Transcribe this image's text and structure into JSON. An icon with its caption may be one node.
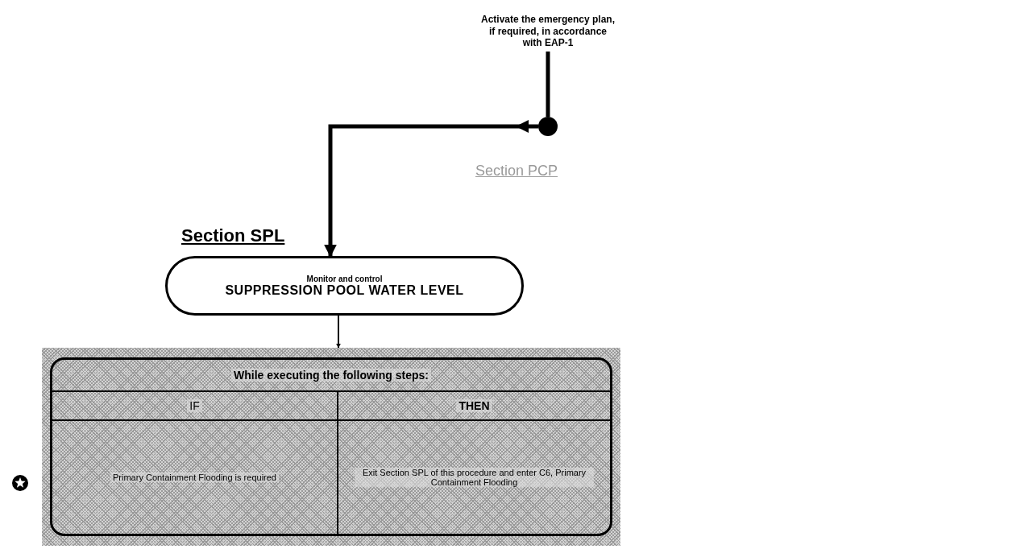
{
  "diagram": {
    "nodes": [
      {
        "text": [
          "Activate the emergency plan, if required, in accordance with EAP-1"
        ]
      },
      {
        "text": [],
        "shape": "circle"
      },
      {
        "text": [
          "Section SPL",
          "Monitor and control",
          "SUPPRESSION POOL WATER LEVEL"
        ]
      },
      {
        "text": [
          "While executing the following steps:",
          "IF",
          "THEN",
          "Primary Containment Flooding is required",
          "Exit Section SPL of this procedure and enter C6, Primary Containment Flooding"
        ]
      }
    ],
    "edges": [
      {
        "from": 0,
        "to": 1,
        "arrow": "none"
      },
      {
        "from": 1,
        "to": 2,
        "arrow": "to"
      },
      {
        "from": 2,
        "to": 3,
        "arrow": "to"
      }
    ],
    "labels": [
      "Section PCP"
    ]
  }
}
